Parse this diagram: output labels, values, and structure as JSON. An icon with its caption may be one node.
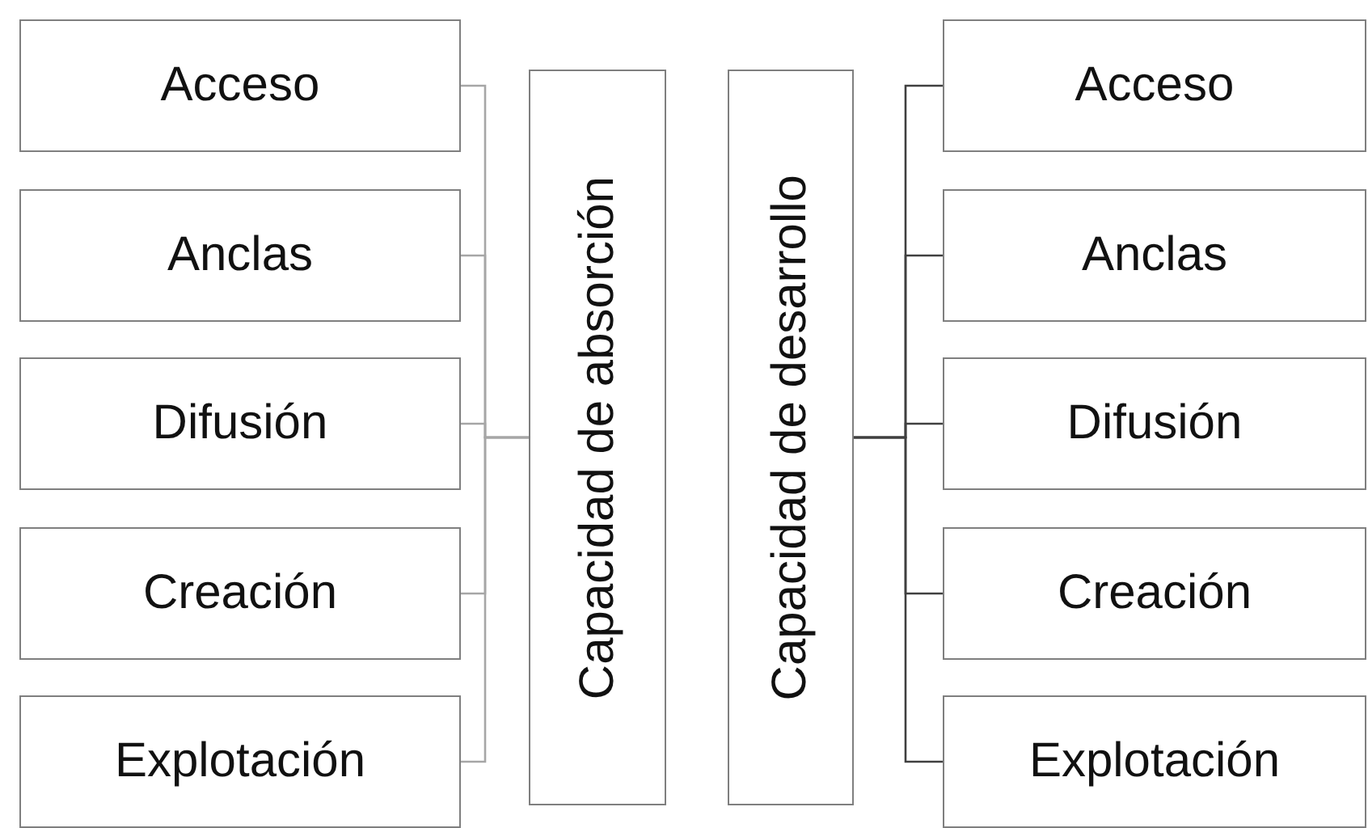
{
  "diagram": {
    "nodes": [
      {
        "text": [
          "Acceso"
        ]
      },
      {
        "text": [
          "Anclas"
        ]
      },
      {
        "text": [
          "Difusión"
        ]
      },
      {
        "text": [
          "Creación"
        ]
      },
      {
        "text": [
          "Explotación"
        ]
      },
      {
        "text": [
          "Capacidad de absorción"
        ]
      },
      {
        "text": [
          "Capacidad de desarrollo"
        ]
      },
      {
        "text": [
          "Acceso"
        ]
      },
      {
        "text": [
          "Anclas"
        ]
      },
      {
        "text": [
          "Difusión"
        ]
      },
      {
        "text": [
          "Creación"
        ]
      },
      {
        "text": [
          "Explotación"
        ]
      }
    ],
    "edges": [
      {
        "from": 0,
        "to": 5,
        "arrow": "none",
        "color": "#a6a6a6"
      },
      {
        "from": 1,
        "to": 5,
        "arrow": "none",
        "color": "#a6a6a6"
      },
      {
        "from": 2,
        "to": 5,
        "arrow": "none",
        "color": "#a6a6a6"
      },
      {
        "from": 3,
        "to": 5,
        "arrow": "none",
        "color": "#a6a6a6"
      },
      {
        "from": 4,
        "to": 5,
        "arrow": "none",
        "color": "#a6a6a6"
      },
      {
        "from": 6,
        "to": 7,
        "arrow": "none",
        "color": "#404040"
      },
      {
        "from": 6,
        "to": 8,
        "arrow": "none",
        "color": "#404040"
      },
      {
        "from": 6,
        "to": 9,
        "arrow": "none",
        "color": "#404040"
      },
      {
        "from": 6,
        "to": 10,
        "arrow": "none",
        "color": "#404040"
      },
      {
        "from": 6,
        "to": 11,
        "arrow": "none",
        "color": "#404040"
      }
    ]
  }
}
